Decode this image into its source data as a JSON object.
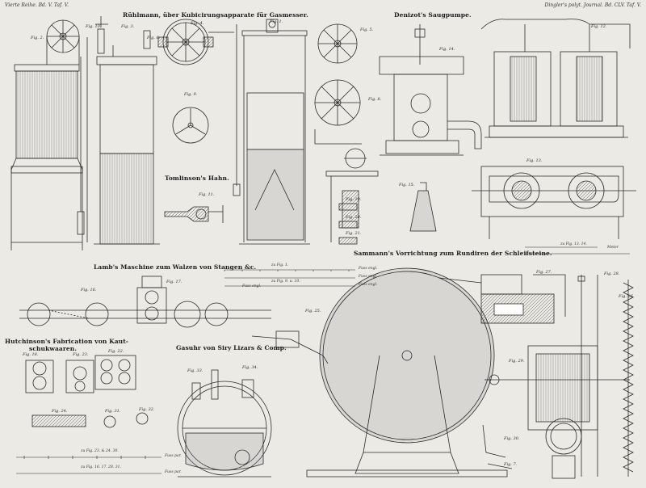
{
  "header": {
    "left": "Vierte Reihe. Bd. V. Taf. V.",
    "right": "Dingler's polyt. Journal. Bd. CLV. Taf. V."
  },
  "titles": {
    "ruhlmann": "Rühlmann, über Kubicirungsapparate für Gasmesser.",
    "denizot": "Denizot's Saugpumpe.",
    "tomlinson": "Tomlinson's Hahn.",
    "sammann": "Sammann's Vorrichtung zum Rundiren der Schleifsteine.",
    "lamb": "Lamb's Maschine zum Walzen von Stangen &c.",
    "hutchinson_1": "Hutchinson's Fabrication von Kaut-",
    "hutchinson_2": "schukwaaren.",
    "siry": "Gasuhr von Siry Lizars & Comp."
  },
  "figures": {
    "f1": "Fig. 1.",
    "f2": "Fig. 2.",
    "f3": "Fig. 3.",
    "f4": "Fig. 4.",
    "f5": "Fig. 5.",
    "f6": "Fig. 6.",
    "f7": "Fig. 7.",
    "f8": "Fig. 8.",
    "f9": "Fig. 9.",
    "f10": "Fig. 10.",
    "f11": "Fig. 11.",
    "f12": "Fig. 12.",
    "f13": "Fig. 13.",
    "f14": "Fig. 14.",
    "f15": "Fig. 15.",
    "f16": "Fig. 16.",
    "f17": "Fig. 17.",
    "f18": "Fig. 18.",
    "f19": "Fig. 19.",
    "f20": "Fig. 20.",
    "f21": "Fig. 21.",
    "f22": "Fig. 22.",
    "f23": "Fig. 23.",
    "f24": "Fig. 24.",
    "f25": "Fig. 25.",
    "f26": "Fig. 26.",
    "f27": "Fig. 27.",
    "f28": "Fig. 28.",
    "f29": "Fig. 29.",
    "f30": "Fig. 30.",
    "f31": "Fig. 31.",
    "f32": "Fig. 32.",
    "f33": "Fig. 33.",
    "f34": "Fig. 34."
  },
  "scales": {
    "s1": "zu Fig. 1.",
    "s2": "zu Fig. 9. u. 10.",
    "s3": "Fuss engl.",
    "s4": "Fuss engl.",
    "s5": "Fuss engl.",
    "s6": "Fuss engl.",
    "s7": "Meter",
    "s8": "zu Fig. 13. 14.",
    "s9": "zu Fig. 23. & 24. 30.",
    "s10": "zu Fig. 16. 17. 28. 31.",
    "s11": "Fuss par.",
    "s12": "Fuss par."
  }
}
